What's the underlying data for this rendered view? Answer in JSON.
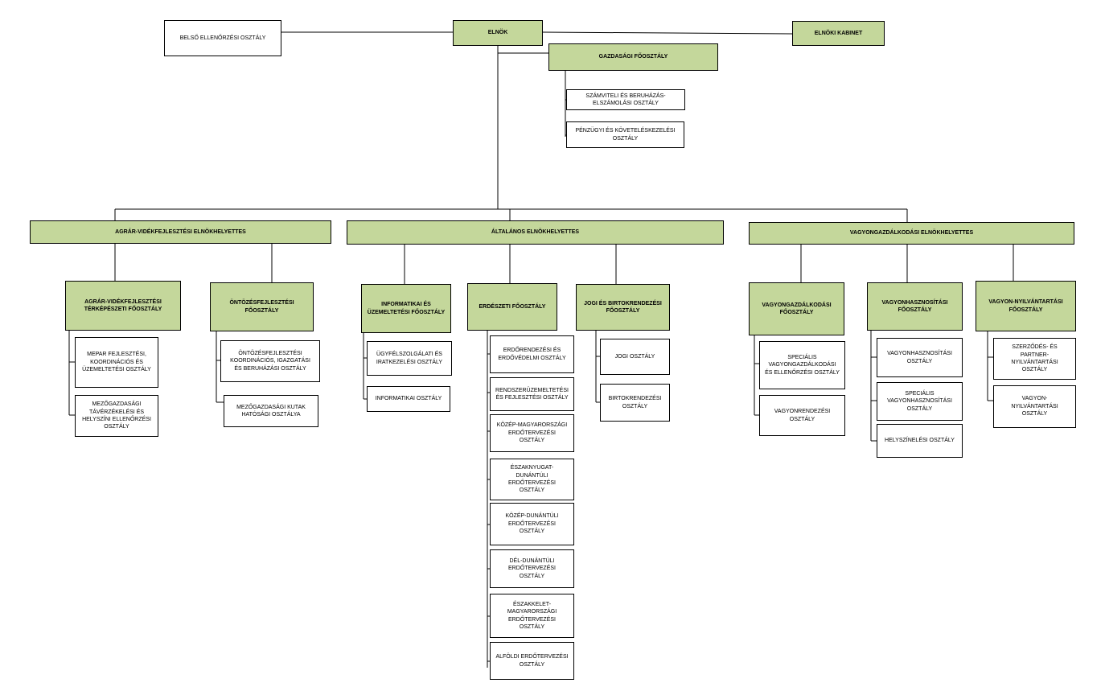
{
  "colors": {
    "header_fill": "#c4d79b",
    "box_fill": "#ffffff",
    "line": "#000000"
  },
  "top": {
    "elnok": "Elnök",
    "belso_ellenorzesi": "Belső Ellenőrzési Osztály",
    "elnoki_kabinet": "Elnöki Kabinet",
    "gazdasagi": "Gazdasági Főosztály",
    "szamviteli": "Számviteli és beruházás-elszámolási osztály",
    "penzugyi": "Pénzügyi és követeléskezelési osztály"
  },
  "agrar": {
    "title": "Agrár-vidékfejlesztési elnökhelyettes",
    "terkepeszeti": "Agrár-vidékfejlesztési Térképészeti Főosztály",
    "mepar": "MePAR fejlesztési, koordinációs és üzemeltetési osztály",
    "taverzekelesi": "Mezőgazdasági távérzékelési és helyszíni ellenőrzési osztály",
    "ontozesfejlesztesi": "Öntözésfejlesztési Főosztály",
    "ontozesfejl_osztaly": "Öntözésfejlesztési koordinációs, igazgatási és beruházási osztály",
    "kutak": "Mezőgazdasági kutak hatósági osztálya"
  },
  "altalanos": {
    "title": "Általános elnökhelyettes",
    "informatikai_fo": "Informatikai és Üzemeltetési Főosztály",
    "ugyfelszolgalati": "Ügyfélszolgálati és iratkezelési osztály",
    "informatikai": "Informatikai osztály",
    "erdeszeti": "Erdészeti Főosztály",
    "erdo_items": [
      "Erdőrendezési és erdővédelmi  osztály",
      "Rendszerüzemeltetési és fejlesztési osztály",
      "Közép-magyarországi erdőtervezési osztály",
      "Északnyugat-dunántúli erdőtervezési osztály",
      "Közép-dunántúli erdőtervezési osztály",
      "Dél-dunántúli erdőtervezési osztály",
      "Északkelet-magyarországi erdőtervezési  osztály",
      "Alföldi erdőtervezési osztály"
    ],
    "jogi_fo": "Jogi és Birtokrendezési Főosztály",
    "jogi": "Jogi osztály",
    "birtokrendezesi": "Birtokrendezési osztály"
  },
  "vagyon": {
    "title": "Vagyongazdálkodási  elnökhelyettes",
    "gazdalkodasi_fo": "Vagyongazdálkodási Főosztály",
    "specialis_gazd": "Speciális vagyongazdálkodási és ellenőrzési osztály",
    "vagyonrendezesi": "Vagyonrendezési osztály",
    "hasznositasi_fo": "Vagyonhasznosítási Főosztály",
    "hasznositasi": "Vagyonhasznosítási osztály",
    "specialis_haszn": "Speciális vagyonhasznosítási osztály",
    "helyszinelesi": "Helyszínelési osztály",
    "nyilvantartasi_fo": "Vagyon-nyilvántartási Főosztály",
    "szerzodes": "Szerződés- és partner-nyilvántartási osztály",
    "nyilvantartasi": "Vagyon-nyilvántartási osztály"
  }
}
